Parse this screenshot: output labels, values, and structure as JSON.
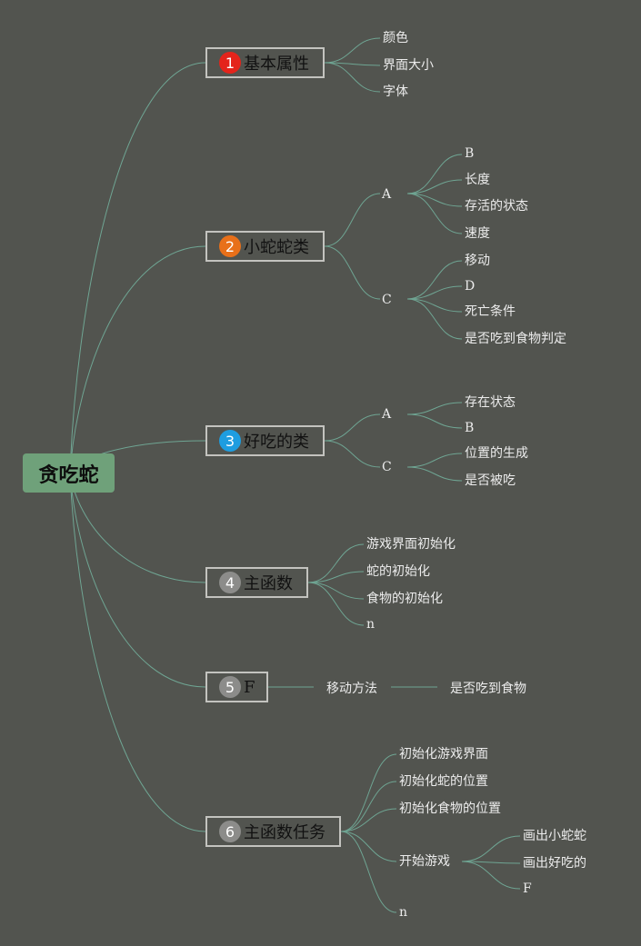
{
  "root": {
    "label": "贪吃蛇"
  },
  "colors": {
    "background": "#52544f",
    "root_fill": "#6fa17a",
    "connector": "#6fa593",
    "node_border": "#c3c3bf",
    "badge_red": "#e4241b",
    "badge_orange": "#e8701a",
    "badge_blue": "#1e9de0",
    "badge_gray": "#8c8c8a"
  },
  "branches": [
    {
      "number": "1",
      "label": "基本属性",
      "badge_color": "#e4241b",
      "children": [
        "颜色",
        "界面大小",
        "字体"
      ]
    },
    {
      "number": "2",
      "label": "小蛇蛇类",
      "badge_color": "#e8701a",
      "groups": [
        {
          "label": "A",
          "children": [
            "B",
            "长度",
            "存活的状态",
            "速度"
          ]
        },
        {
          "label": "C",
          "children": [
            "移动",
            "D",
            "死亡条件",
            "是否吃到食物判定"
          ]
        }
      ]
    },
    {
      "number": "3",
      "label": "好吃的类",
      "badge_color": "#1e9de0",
      "groups": [
        {
          "label": "A",
          "children": [
            "存在状态",
            "B"
          ]
        },
        {
          "label": "C",
          "children": [
            "位置的生成",
            "是否被吃"
          ]
        }
      ]
    },
    {
      "number": "4",
      "label": "主函数",
      "badge_color": "#8c8c8a",
      "children": [
        "游戏界面初始化",
        "蛇的初始化",
        "食物的初始化",
        "n"
      ]
    },
    {
      "number": "5",
      "label": "F",
      "badge_color": "#8c8c8a",
      "chain": [
        "移动方法",
        "是否吃到食物"
      ]
    },
    {
      "number": "6",
      "label": "主函数任务",
      "badge_color": "#8c8c8a",
      "children": [
        "初始化游戏界面",
        "初始化蛇的位置",
        "初始化食物的位置"
      ],
      "group": {
        "label": "开始游戏",
        "children": [
          "画出小蛇蛇",
          "画出好吃的",
          "F"
        ]
      },
      "last": "n"
    }
  ]
}
